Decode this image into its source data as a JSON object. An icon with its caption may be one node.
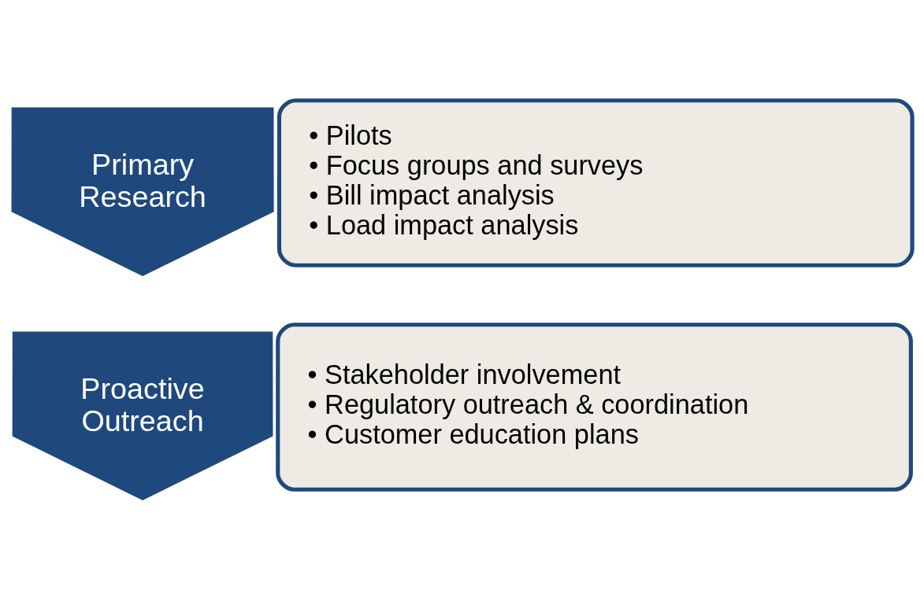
{
  "diagram": {
    "nodes": [
      {
        "text": [
          "Primary Research"
        ]
      },
      {
        "text": [
          "• Pilots",
          "• Focus groups and surveys",
          "• Bill impact analysis",
          "• Load impact analysis"
        ]
      },
      {
        "text": [
          "Proactive Outreach"
        ]
      },
      {
        "text": [
          "• Stakeholder involvement",
          "• Regulatory outreach & coordination",
          "• Customer education plans"
        ]
      }
    ],
    "edges": []
  }
}
